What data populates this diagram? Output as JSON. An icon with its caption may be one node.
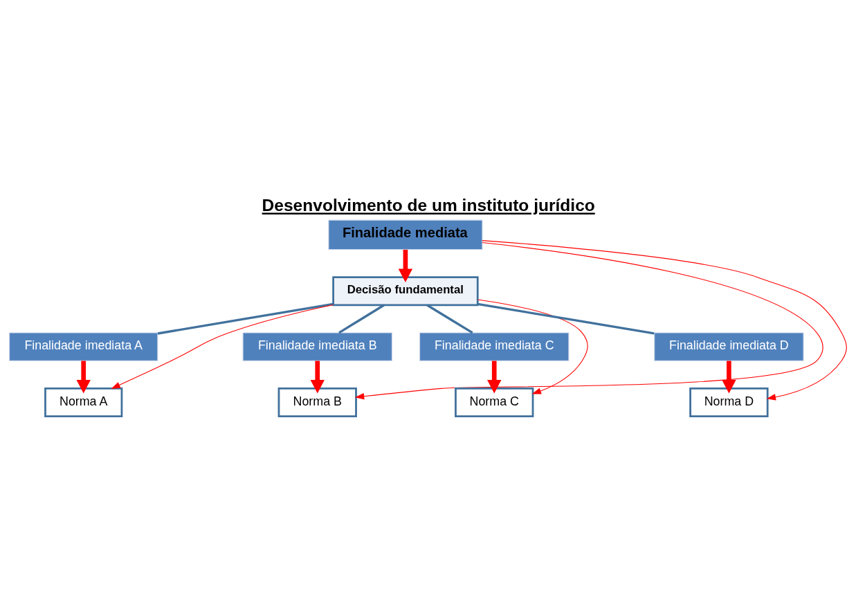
{
  "diagram": {
    "title": "Desenvolvimento de um instituto jurídico",
    "nodes": [
      {
        "text": [
          "Finalidade mediata"
        ]
      },
      {
        "text": [
          "Decisão fundamental"
        ]
      },
      {
        "text": [
          "Finalidade imediata A"
        ]
      },
      {
        "text": [
          "Norma A"
        ]
      },
      {
        "text": [
          "Finalidade imediata B"
        ]
      },
      {
        "text": [
          "Norma B"
        ]
      },
      {
        "text": [
          "Finalidade imediata C"
        ]
      },
      {
        "text": [
          "Norma C"
        ]
      },
      {
        "text": [
          "Finalidade imediata D"
        ]
      },
      {
        "text": [
          "Norma D"
        ]
      }
    ],
    "edges": [
      {
        "from": 0,
        "to": 1,
        "arrow": "to",
        "style": "thick"
      },
      {
        "from": 1,
        "to": 2,
        "arrow": "none",
        "color": "#41719c"
      },
      {
        "from": 1,
        "to": 4,
        "arrow": "none",
        "color": "#41719c"
      },
      {
        "from": 1,
        "to": 6,
        "arrow": "none",
        "color": "#41719c"
      },
      {
        "from": 1,
        "to": 8,
        "arrow": "none",
        "color": "#41719c"
      },
      {
        "from": 2,
        "to": 3,
        "arrow": "to",
        "style": "thick"
      },
      {
        "from": 4,
        "to": 5,
        "arrow": "to",
        "style": "thick"
      },
      {
        "from": 6,
        "to": 7,
        "arrow": "to",
        "style": "thick"
      },
      {
        "from": 8,
        "to": 9,
        "arrow": "to",
        "style": "thick"
      },
      {
        "from": 1,
        "to": 3,
        "arrow": "to"
      },
      {
        "from": 0,
        "to": 5,
        "arrow": "to"
      },
      {
        "from": 1,
        "to": 7,
        "arrow": "to"
      },
      {
        "from": 0,
        "to": 9,
        "arrow": "to"
      }
    ]
  }
}
